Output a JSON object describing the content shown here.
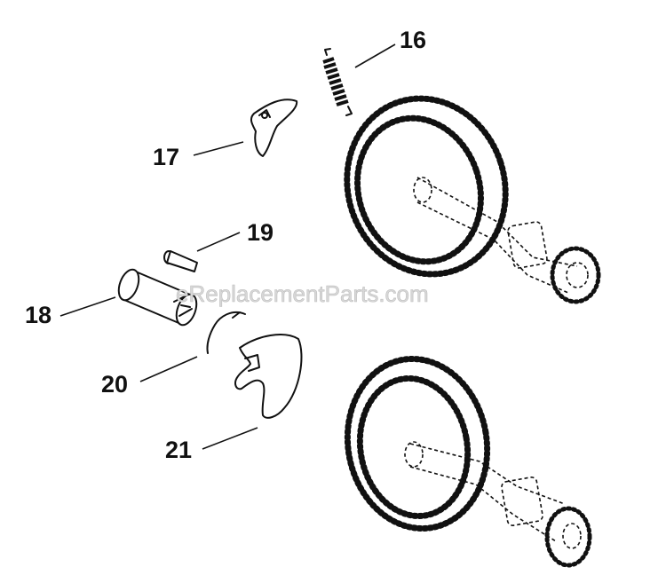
{
  "watermark": "eReplacementParts.com",
  "callouts": {
    "c16": "16",
    "c17": "17",
    "c18": "18",
    "c19": "19",
    "c20": "20",
    "c21": "21"
  }
}
